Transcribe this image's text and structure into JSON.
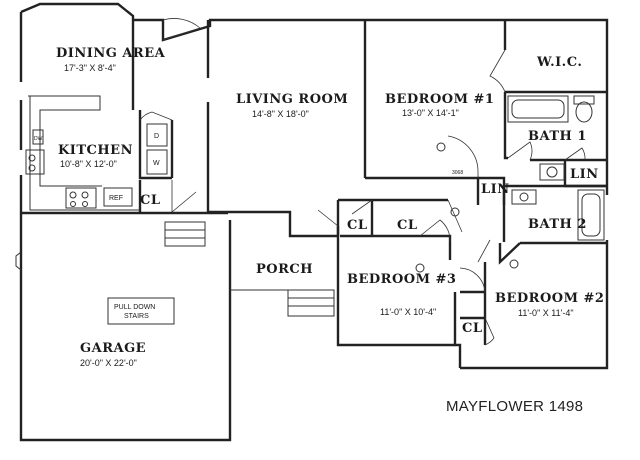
{
  "plan_title": "MAYFLOWER 1498",
  "rooms": {
    "dining": {
      "name": "DINING AREA",
      "dims": "17'-3\" X 8'-4\""
    },
    "living": {
      "name": "LIVING ROOM",
      "dims": "14'-8\" X 18'-0\""
    },
    "bedroom1": {
      "name": "BEDROOM #1",
      "dims": "13'-0\" X 14'-1\""
    },
    "wic": {
      "name": "W.I.C."
    },
    "bath1": {
      "name": "BATH 1"
    },
    "lin1": {
      "name": "LIN"
    },
    "lin2": {
      "name": "LIN"
    },
    "bath2": {
      "name": "BATH 2"
    },
    "kitchen": {
      "name": "KITCHEN",
      "dims": "10'-8\" X 12'-0\""
    },
    "cl_kitchen": {
      "name": "CL"
    },
    "cl_hall1": {
      "name": "CL"
    },
    "cl_hall2": {
      "name": "CL"
    },
    "porch": {
      "name": "PORCH"
    },
    "bedroom3": {
      "name": "BEDROOM #3",
      "dims": "11'-0\" X 10'-4\""
    },
    "bedroom2": {
      "name": "BEDROOM #2",
      "dims": "11'-0\" X 11'-4\""
    },
    "cl_bed2": {
      "name": "CL"
    },
    "garage": {
      "name": "GARAGE",
      "dims": "20'-0\" X 22'-0\""
    }
  },
  "fixtures": {
    "dw": "DW",
    "ref": "REF",
    "dryer": "D",
    "washer": "W",
    "pull_down_line1": "PULL DOWN",
    "pull_down_line2": "STAIRS",
    "hvac": "3068"
  }
}
